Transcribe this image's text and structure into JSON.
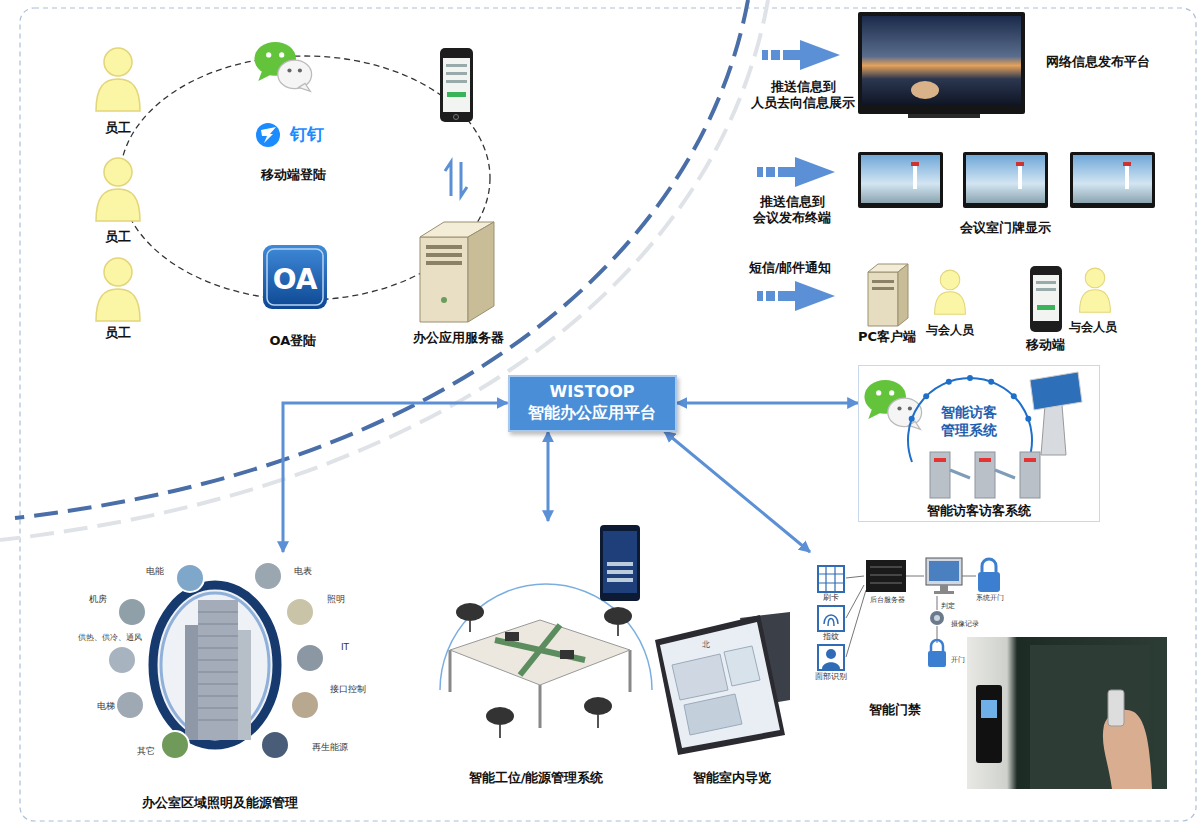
{
  "diagram": {
    "nodes": [
      {
        "text": [
          "办公应用服务器"
        ]
      },
      {
        "text": [
          "网络信息发布平台"
        ]
      },
      {
        "text": [
          "会议室门牌显示"
        ]
      },
      {
        "text": [
          "PC客户端"
        ]
      },
      {
        "text": [
          "移动端"
        ]
      },
      {
        "text": [
          "WISTOOP 智能办公应用平台"
        ]
      },
      {
        "text": [
          "智能访客 管理系统",
          "智能访客访客系统"
        ]
      },
      {
        "text": [
          "办公室区域照明及能源管理"
        ]
      },
      {
        "text": [
          "智能工位/能源管理系统"
        ]
      },
      {
        "text": [
          "智能室内导览"
        ]
      },
      {
        "text": [
          "智能门禁"
        ]
      }
    ],
    "edges": [
      {
        "from": 5,
        "to": 7,
        "arrow": "both"
      },
      {
        "from": 5,
        "to": 8,
        "arrow": "both"
      },
      {
        "from": 5,
        "to": 10,
        "arrow": "both"
      },
      {
        "from": 5,
        "to": 6,
        "arrow": "both"
      }
    ],
    "labels": [
      "员工",
      "员工",
      "员工",
      "钉钉",
      "移动端登陆",
      "OA",
      "OA登陆",
      "推送信息到 人员去向信息展示",
      "推送信息到 会议发布终端",
      "短信/邮件通知",
      "与会人员",
      "与会人员",
      "电能",
      "电表",
      "机房",
      "照明",
      "供热、供冷、通风",
      "IT",
      "接口控制",
      "电梯",
      "其它",
      "再生能源",
      "北",
      "刷卡",
      "指纹",
      "面部识别",
      "后台服务器",
      "判定",
      "系统开门",
      "摄像记录",
      "开门"
    ]
  }
}
